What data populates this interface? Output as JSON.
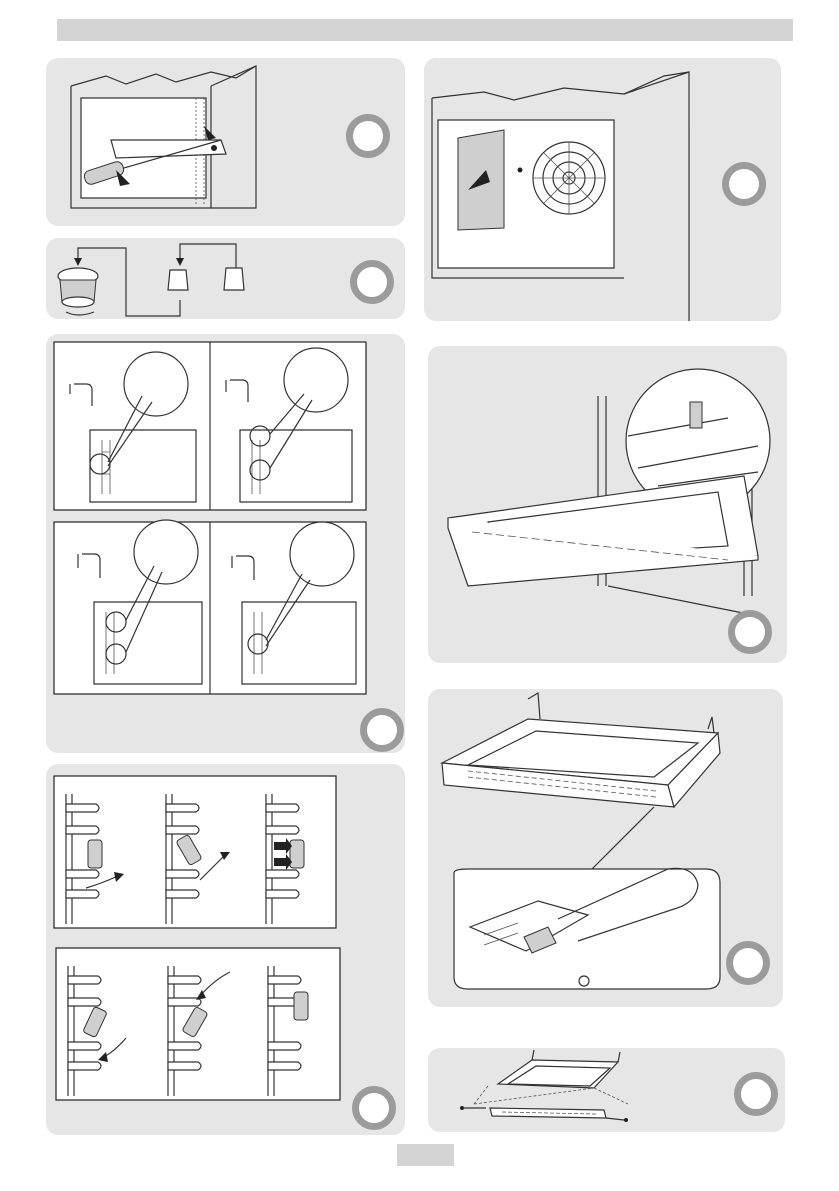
{
  "page": {
    "header_bar": "",
    "page_number": ""
  },
  "figures": [
    {
      "id": "fig-shelf-support-removal",
      "icon": "screwdriver-icon"
    },
    {
      "id": "fig-oven-lamp-cover",
      "icon": "oven-fan-icon"
    },
    {
      "id": "fig-lamp-bulb-replacement",
      "icon": "bulb-icon"
    },
    {
      "id": "fig-door-hinge-lock",
      "icon": "hinge-icon"
    },
    {
      "id": "fig-rack-wire-positions",
      "icon": "rack-icon"
    },
    {
      "id": "fig-door-glass-screws",
      "icon": "screwdriver-icon"
    },
    {
      "id": "fig-telescopic-rail-clip",
      "icon": "rail-clip-icon"
    },
    {
      "id": "fig-door-exploded-view",
      "icon": "door-glass-icon"
    }
  ],
  "colors": {
    "panel_background": "#e6e6e6",
    "header_bar": "#d4d4d4",
    "step_circle": "#9b9b9b",
    "line_art": "#222222"
  }
}
